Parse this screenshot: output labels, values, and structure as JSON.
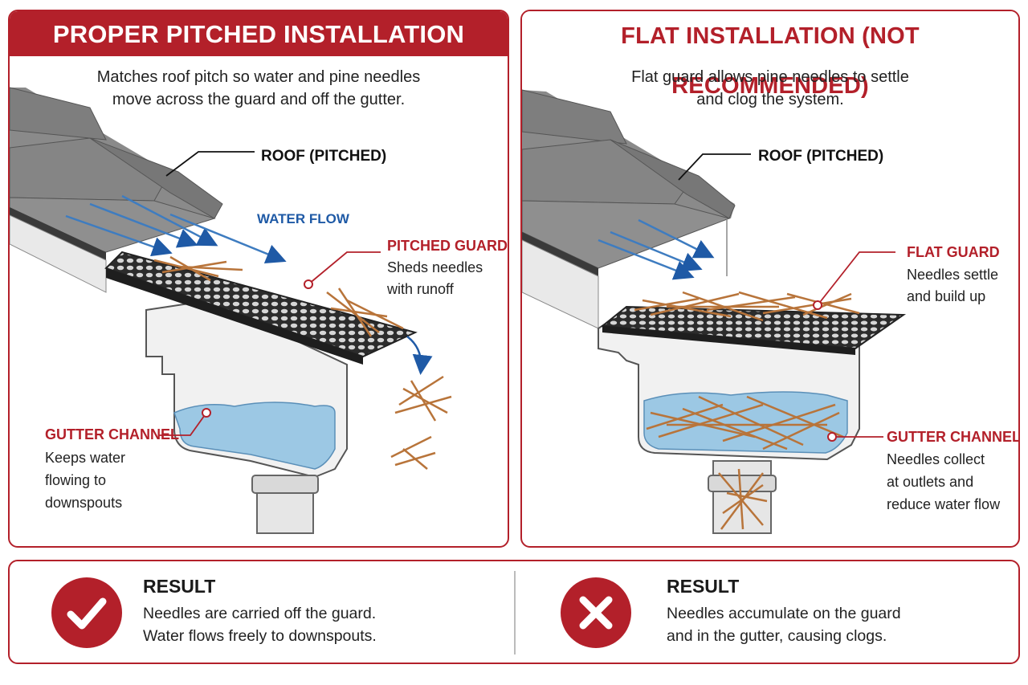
{
  "left": {
    "title": "PROPER PITCHED INSTALLATION",
    "subtitle_line1": "Matches roof pitch so water and pine needles",
    "subtitle_line2": "move across the guard and off the gutter.",
    "roof_label": "ROOF (PITCHED)",
    "water_flow_label": "WATER FLOW",
    "guard_title": "PITCHED GUARD",
    "guard_line1": "Sheds needles",
    "guard_line2": "with runoff",
    "channel_title": "GUTTER CHANNEL",
    "channel_line1": "Keeps water",
    "channel_line2": "flowing to",
    "channel_line3": "downspouts"
  },
  "right": {
    "title": "FLAT INSTALLATION (NOT RECOMMENDED)",
    "subtitle_line1": "Flat guard allows pine needles to settle",
    "subtitle_line2": "and clog the system.",
    "roof_label": "ROOF (PITCHED)",
    "guard_title": "FLAT GUARD",
    "guard_line1": "Needles settle",
    "guard_line2": "and build up",
    "channel_title": "GUTTER CHANNEL",
    "channel_line1": "Needles collect",
    "channel_line2": "at outlets and",
    "channel_line3": "reduce water flow"
  },
  "results": {
    "good": {
      "icon": "checkmark-icon",
      "title": "RESULT",
      "line1": "Needles are carried off the guard.",
      "line2": "Water flows freely to downspouts."
    },
    "bad": {
      "icon": "x-mark-icon",
      "title": "RESULT",
      "line1": "Needles accumulate on the guard",
      "line2": "and in the gutter, causing clogs."
    }
  },
  "colors": {
    "accent_red": "#b3202a",
    "water_blue": "#9cc8e4",
    "flow_arrow_blue": "#1f5aa6",
    "needle_brown": "#b8743a",
    "shingle_gray": "#7d7d7d"
  }
}
